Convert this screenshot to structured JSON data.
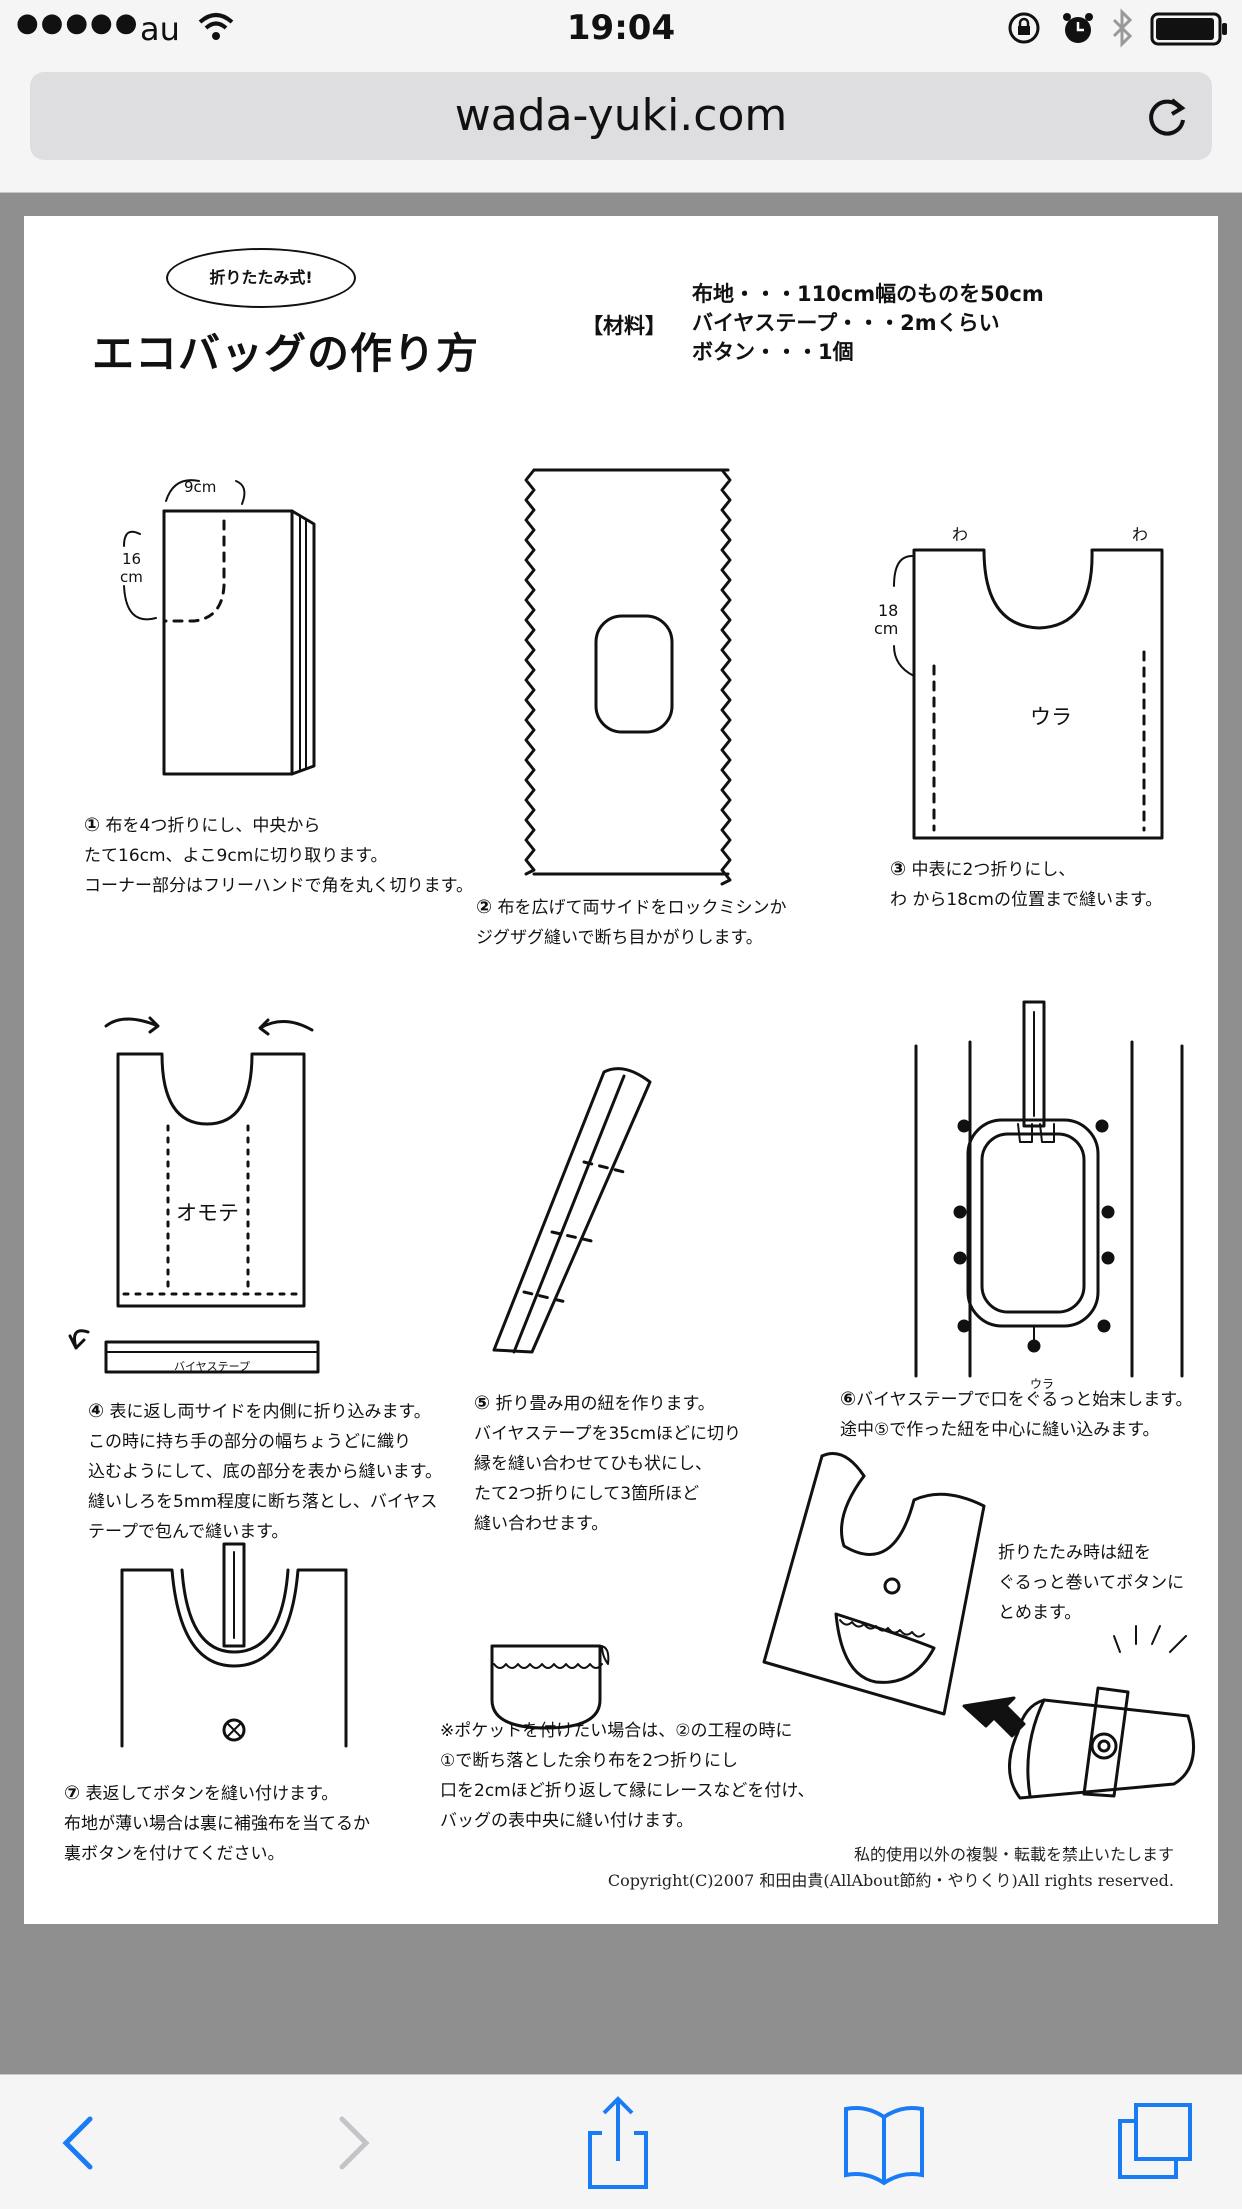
{
  "status_bar": {
    "signal_dots": "●●●●●",
    "carrier": "au",
    "time": "19:04"
  },
  "browser": {
    "url": "wada-yuki.com"
  },
  "document": {
    "bubble": "折りたたみ式!",
    "title": "エコバッグの作り方",
    "materials_label": "【材料】",
    "materials": "布地・・・110cm幅のものを50cm\nバイヤステープ・・・2mくらい\nボタン・・・1個",
    "figure_labels": {
      "width_9cm": "9cm",
      "height_16": "16",
      "height_cm": "cm",
      "wa_left": "わ",
      "wa_right": "わ",
      "height_18": "18",
      "height_18_cm": "cm",
      "ura": "ウラ",
      "omote": "オモテ",
      "bias_tape": "バイヤステープ",
      "ura_small": "ウラ"
    },
    "steps": [
      {
        "num": "①",
        "text": "布を4つ折りにし、中央から\nたて16cm、よこ9cmに切り取ります。\nコーナー部分はフリーハンドで角を丸く切ります。"
      },
      {
        "num": "②",
        "text": "布を広げて両サイドをロックミシンか\nジグザグ縫いで断ち目かがりします。"
      },
      {
        "num": "③",
        "text": "中表に2つ折りにし、\nわ から18cmの位置まで縫います。"
      },
      {
        "num": "④",
        "text": "表に返し両サイドを内側に折り込みます。\nこの時に持ち手の部分の幅ちょうどに織り\n込むようにして、底の部分を表から縫います。\n縫いしろを5mm程度に断ち落とし、バイヤス\nテープで包んで縫います。"
      },
      {
        "num": "⑤",
        "text": "折り畳み用の紐を作ります。\nバイヤステープを35cmほどに切り\n縁を縫い合わせてひも状にし、\nたて2つ折りにして3箇所ほど\n縫い合わせます。"
      },
      {
        "num": "⑥",
        "text": "バイヤステープで口をぐるっと始末します。\n途中⑤で作った紐を中心に縫い込みます。"
      },
      {
        "num": "⑦",
        "text": "表返してボタンを縫い付けます。\n布地が薄い場合は裏に補強布を当てるか\n裏ボタンを付けてください。"
      }
    ],
    "pocket_note": "※ポケットを付けたい場合は、②の工程の時に\n①で断ち落とした余り布を2つ折りにし\n口を2cmほど折り返して縁にレースなどを付け、\nバッグの表中央に縫い付けます。",
    "folding_note": "折りたたみ時は紐を\nぐるっと巻いてボタンに\nとめます。",
    "copyright": "私的使用以外の複製・転載を禁止いたします\nCopyright(C)2007 和田由貴(AllAbout節約・やりくり)All rights reserved."
  },
  "toolbar": {
    "back_icon": "chevron-left-icon",
    "forward_icon": "chevron-right-icon",
    "share_icon": "share-icon",
    "bookmarks_icon": "book-icon",
    "tabs_icon": "tabs-icon"
  },
  "colors": {
    "chrome_bg": "#f5f5f6",
    "url_bar_bg": "#dedee0",
    "page_bg": "#8f8f8f",
    "accent_blue": "#1a7cf5",
    "disabled_gray": "#c4c4c8"
  }
}
